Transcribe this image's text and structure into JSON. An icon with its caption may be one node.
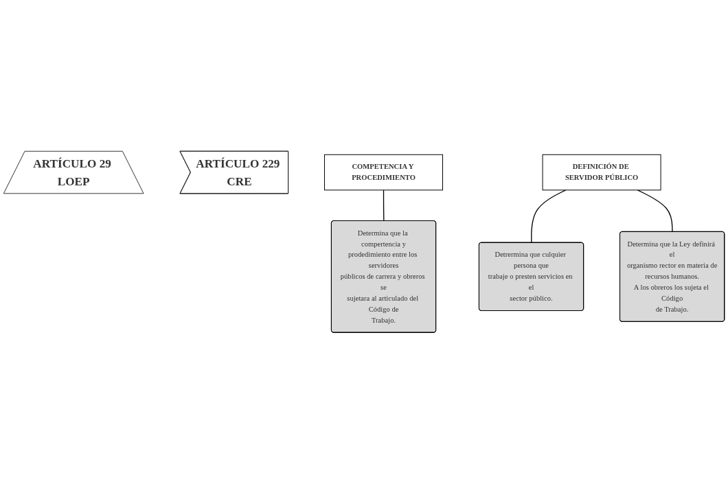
{
  "diagram": {
    "nodes": [
      {
        "text": [
          "ARTÍCULO 29 LOEP"
        ]
      },
      {
        "text": [
          "ARTÍCULO 229 CRE"
        ]
      },
      {
        "text": [
          "COMPETENCIA Y PROCEDIMIENTO"
        ]
      },
      {
        "text": [
          "Determina que la compertencia y prodedimiento entre los servidores públicos de carrera y obreros se sujetara al articulado del Código de Trabajo."
        ]
      },
      {
        "text": [
          "DEFINICIÓN DE SERVIDOR PÚBLICO"
        ]
      },
      {
        "text": [
          "Detrermina que culquier persona que trabaje o presten servicios en el sector público."
        ]
      },
      {
        "text": [
          "Determina que la Ley definirá el organismo rector en materia de recursos humanos.",
          "A los obreros los sujeta el Código de Trabajo."
        ]
      }
    ],
    "edges": [
      {
        "from": 2,
        "to": 3,
        "arrow": "none"
      },
      {
        "from": 4,
        "to": 5,
        "arrow": "none"
      },
      {
        "from": 4,
        "to": 6,
        "arrow": "none"
      }
    ]
  }
}
